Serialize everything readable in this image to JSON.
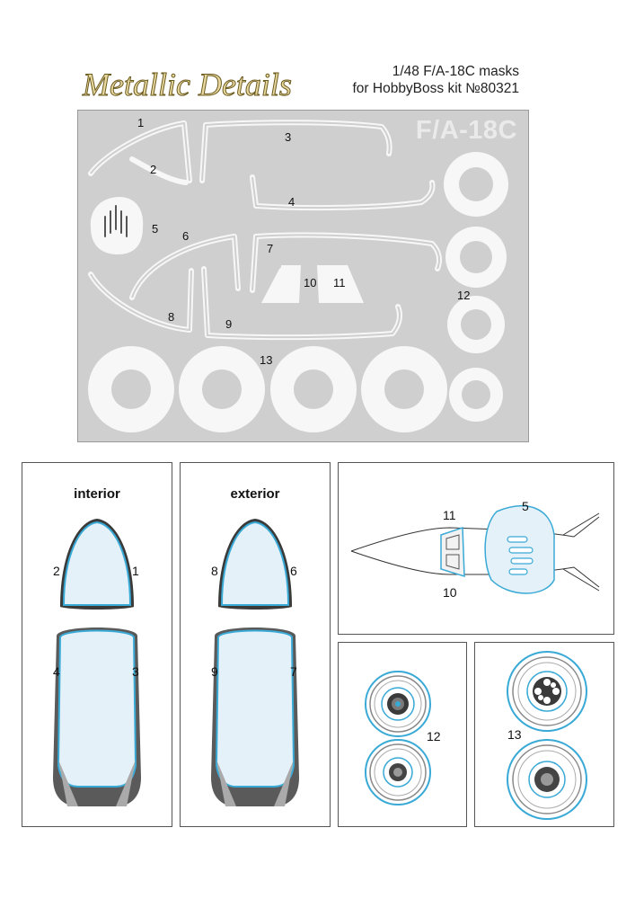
{
  "brand": {
    "text": "Metallic Details"
  },
  "header": {
    "line1": "1/48 F/A-18C masks",
    "line2": "for HobbyBoss kit №80321"
  },
  "sheet": {
    "watermark": "F/A-18C",
    "labels": [
      "1",
      "2",
      "3",
      "4",
      "5",
      "6",
      "7",
      "8",
      "9",
      "10",
      "11",
      "12",
      "13"
    ]
  },
  "panels": {
    "interior": {
      "title": "interior",
      "labels": [
        "2",
        "1",
        "4",
        "3"
      ]
    },
    "exterior": {
      "title": "exterior",
      "labels": [
        "8",
        "6",
        "9",
        "7"
      ]
    },
    "nose": {
      "labels": [
        "11",
        "5",
        "10"
      ]
    },
    "wheels_small": {
      "label": "12"
    },
    "wheels_large": {
      "label": "13"
    }
  },
  "colors": {
    "sheet": "#cfcfcf",
    "mask": "#f7f7f7",
    "outline": "#39a9d6",
    "glass": "#e4f1f8"
  }
}
